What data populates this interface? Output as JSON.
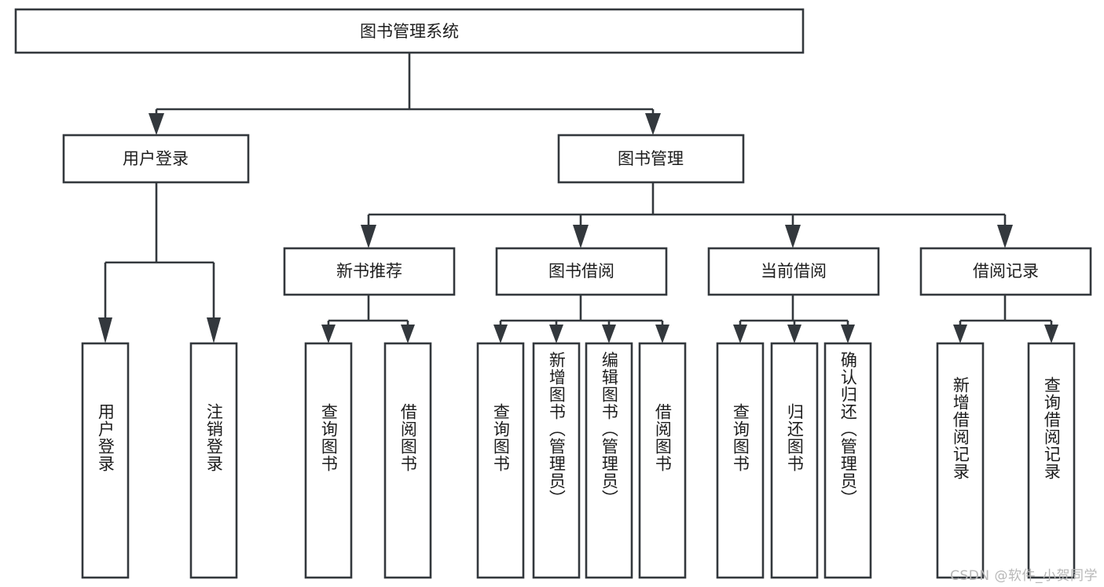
{
  "diagram": {
    "type": "tree-hierarchy",
    "title": "图书管理系统",
    "root": {
      "id": "root",
      "label": "图书管理系统",
      "orientation": "horizontal"
    },
    "level2": [
      {
        "id": "user-login",
        "label": "用户登录",
        "orientation": "horizontal"
      },
      {
        "id": "book-management",
        "label": "图书管理",
        "orientation": "horizontal"
      }
    ],
    "level3": [
      {
        "id": "new-book-recommend",
        "label": "新书推荐",
        "parent": "book-management",
        "orientation": "horizontal"
      },
      {
        "id": "book-borrow",
        "label": "图书借阅",
        "parent": "book-management",
        "orientation": "horizontal"
      },
      {
        "id": "current-borrow",
        "label": "当前借阅",
        "parent": "book-management",
        "orientation": "horizontal"
      },
      {
        "id": "borrow-record",
        "label": "借阅记录",
        "parent": "book-management",
        "orientation": "horizontal"
      }
    ],
    "leaves": [
      {
        "id": "leaf-user-login",
        "label": "用户登录",
        "parent": "user-login",
        "orientation": "vertical"
      },
      {
        "id": "leaf-logout-login",
        "label": "注销登录",
        "parent": "user-login",
        "orientation": "vertical"
      },
      {
        "id": "leaf-query-book-1",
        "label": "查询图书",
        "parent": "new-book-recommend",
        "orientation": "vertical"
      },
      {
        "id": "leaf-borrow-book-1",
        "label": "借阅图书",
        "parent": "new-book-recommend",
        "orientation": "vertical"
      },
      {
        "id": "leaf-query-book-2",
        "label": "查询图书",
        "parent": "book-borrow",
        "orientation": "vertical"
      },
      {
        "id": "leaf-add-book-admin",
        "label": "新增图书（管理员）",
        "parent": "book-borrow",
        "orientation": "vertical"
      },
      {
        "id": "leaf-edit-book-admin",
        "label": "编辑图书（管理员）",
        "parent": "book-borrow",
        "orientation": "vertical"
      },
      {
        "id": "leaf-borrow-book-2",
        "label": "借阅图书",
        "parent": "book-borrow",
        "orientation": "vertical"
      },
      {
        "id": "leaf-query-book-3",
        "label": "查询图书",
        "parent": "current-borrow",
        "orientation": "vertical"
      },
      {
        "id": "leaf-return-book",
        "label": "归还图书",
        "parent": "current-borrow",
        "orientation": "vertical"
      },
      {
        "id": "leaf-confirm-return-admin",
        "label": "确认归还（管理员）",
        "parent": "current-borrow",
        "orientation": "vertical"
      },
      {
        "id": "leaf-add-borrow-record",
        "label": "新增借阅记录",
        "parent": "borrow-record",
        "orientation": "vertical"
      },
      {
        "id": "leaf-query-borrow-record",
        "label": "查询借阅记录",
        "parent": "borrow-record",
        "orientation": "vertical"
      }
    ]
  },
  "watermark": {
    "text": "CSDN @软件_小贺同学"
  },
  "colors": {
    "stroke": "#33383d",
    "box_fill": "#ffffff",
    "text": "#1d1d1d",
    "background": "#ffffff",
    "watermark": "#b7b7b7"
  }
}
